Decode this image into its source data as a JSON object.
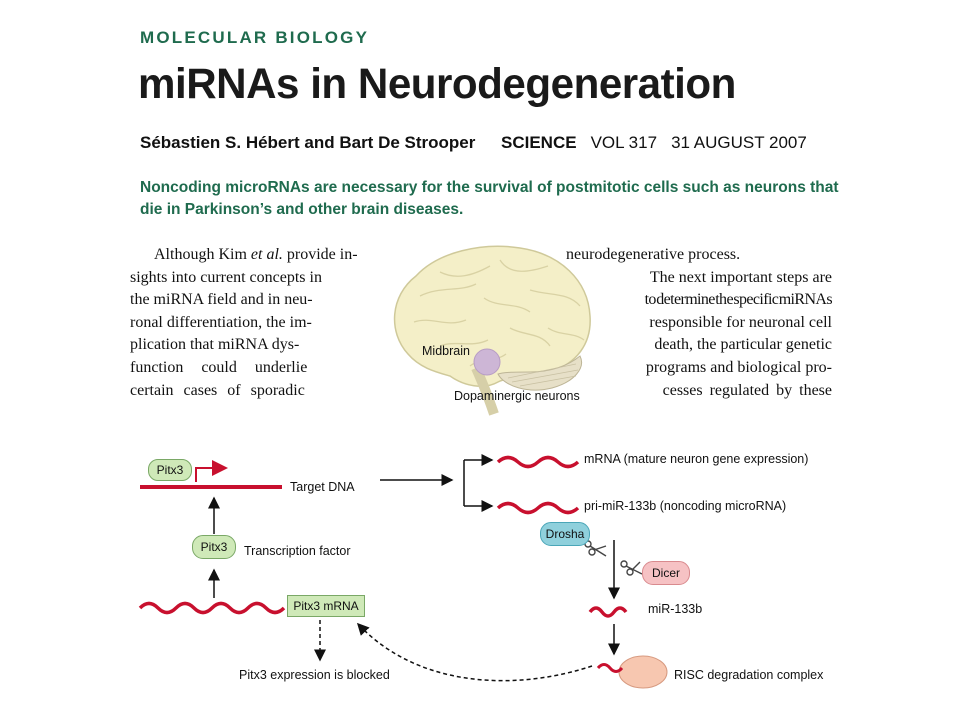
{
  "header": {
    "section": "MOLECULAR BIOLOGY",
    "title": "miRNAs in Neurodegeneration",
    "authors": "Sébastien S. Hébert and Bart De Strooper",
    "journal": "SCIENCE",
    "volume": "VOL 317",
    "date": "31 AUGUST 2007",
    "summary": "Noncoding microRNAs are necessary for the survival of postmitotic cells such as neurons that die in Parkinson’s and other brain diseases."
  },
  "body_left_lines": [
    "Although Kim et al. provide in-",
    "sights into current concepts in",
    "the miRNA field and in neu-",
    "ronal differentiation, the im-",
    "plication that miRNA dys-",
    "function could underlie",
    "certain cases of sporadic"
  ],
  "body_right_lines": [
    "neurodegenerative process.",
    "The next important steps are",
    "to determine the specific miRNAs",
    "responsible for neuronal cell",
    "death, the particular genetic",
    "programs and biological pro-",
    "cesses regulated by these"
  ],
  "brain": {
    "midbrain_label": "Midbrain",
    "neurons_label": "Dopaminergic neurons"
  },
  "diagram": {
    "pitx3_gene": "Pitx3",
    "target_dna": "Target DNA",
    "pitx3_protein": "Pitx3",
    "transcription_factor": "Transcription factor",
    "pitx3_mrna": "Pitx3 mRNA",
    "blocked": "Pitx3 expression is blocked",
    "mrna": "mRNA (mature neuron gene expression)",
    "pri_mir": "pri-miR-133b (noncoding microRNA)",
    "drosha": "Drosha",
    "dicer": "Dicer",
    "mir": "miR-133b",
    "risc": "RISC degradation complex"
  },
  "colors": {
    "accent_green": "#1f6b4e",
    "rna_red": "#c8102e",
    "gene_box_green": "#cfe9b8",
    "drosha_blue": "#8fd0dc",
    "dicer_pink": "#f6c2c4",
    "risc_peach": "#f7c7b0",
    "brain_fill": "#f4efc8"
  }
}
